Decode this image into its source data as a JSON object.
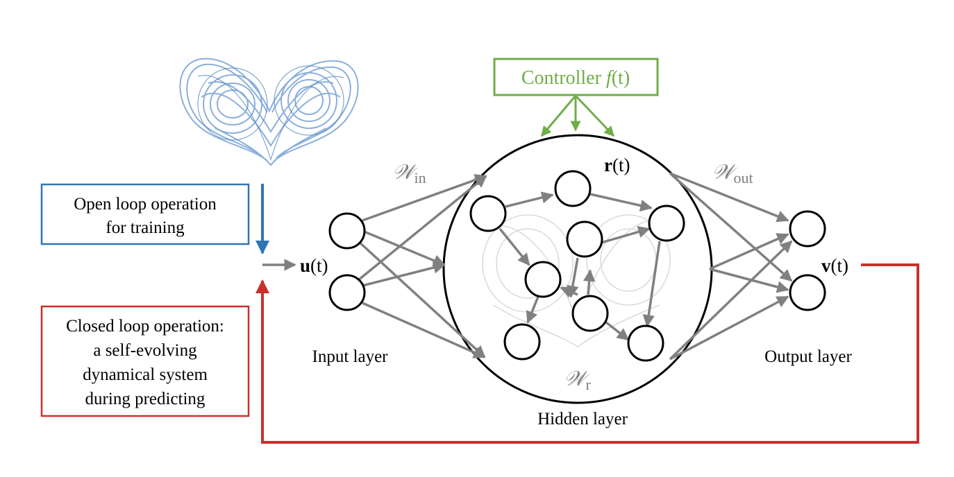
{
  "colors": {
    "blue": "#2e75b6",
    "red": "#c9302c",
    "green": "#70ad47",
    "gray": "#808080",
    "attractor": "#7ea6d8"
  },
  "open_loop_box": {
    "line1": "Open loop operation",
    "line2": "for training"
  },
  "closed_loop_box": {
    "line1": "Closed loop operation:",
    "line2": "a self-evolving",
    "line3": "dynamical system",
    "line4": "during predicting"
  },
  "controller": {
    "label": "Controller ",
    "symbol": "f",
    "arg": "(t)"
  },
  "input": {
    "vector_bold": "u",
    "vector_arg": "(t)",
    "layer_label": "Input layer"
  },
  "hidden": {
    "vector_bold": "r",
    "vector_arg": "(t)",
    "layer_label": "Hidden layer"
  },
  "output": {
    "vector_bold": "v",
    "vector_arg": "(t)",
    "layer_label": "Output layer"
  },
  "weights": {
    "w_symbol": "𝒲",
    "in_sub": "in",
    "out_sub": "out",
    "r_sub": "r"
  },
  "icons": {
    "attractor": "lorenz-attractor-icon",
    "hidden_attractor": "lorenz-attractor-background-icon"
  }
}
